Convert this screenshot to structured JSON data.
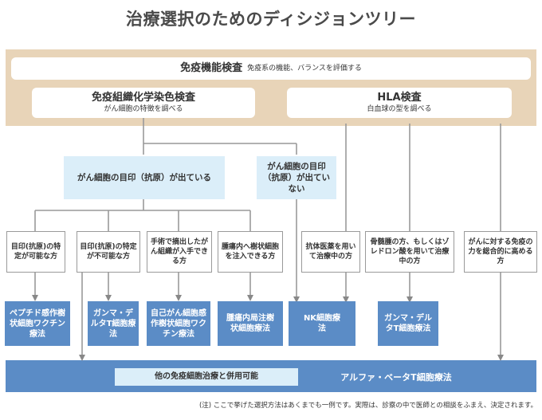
{
  "title": "治療選択のためのディシジョンツリー",
  "top_box": {
    "main": "免疫機能検査",
    "sub": "免疫系の機能、バランスを評価する"
  },
  "immuno_box": {
    "main": "免疫組織化学染色検査",
    "sub": "がん細胞の特徴を調べる"
  },
  "hla_box": {
    "main": "HLA検査",
    "sub": "白血球の型を調べる"
  },
  "antigen_present": "がん細胞の目印（抗原）が出ている",
  "antigen_absent": "がん細胞の目印（抗原）が出ていない",
  "conditions": [
    "目印(抗原)の特定が可能な方",
    "目印(抗原)の特定が不可能な方",
    "手術で摘出したがん組織が入手できる方",
    "腫瘍内へ樹状細胞を注入できる方",
    "抗体医薬を用いて治療中の方",
    "骨髄腫の方、もしくはゾレドロン酸を用いて治療中の方",
    "がんに対する免疫の力を総合的に高める方"
  ],
  "therapies": [
    "ペプチド感作樹状細胞ワクチン療法",
    "ガンマ・デルタT細胞療法",
    "自己がん細胞感作樹状細胞ワクチン療法",
    "腫瘍内局注樹状細胞療法",
    "NK細胞療法",
    "ガンマ・デルタT細胞療法"
  ],
  "bottom": {
    "combo": "他の免疫細胞治療と併用可能",
    "main": "アルファ・ベータT細胞療法"
  },
  "note": "(注) ここで挙げた選択方法はあくまでも一例です。実際は、診察の中で医師との相談をふまえ、決定されます。",
  "colors": {
    "beige": "#e8d4b8",
    "blue": "#5b8cc6",
    "light_blue": "#dbeef9",
    "line": "#888888"
  }
}
